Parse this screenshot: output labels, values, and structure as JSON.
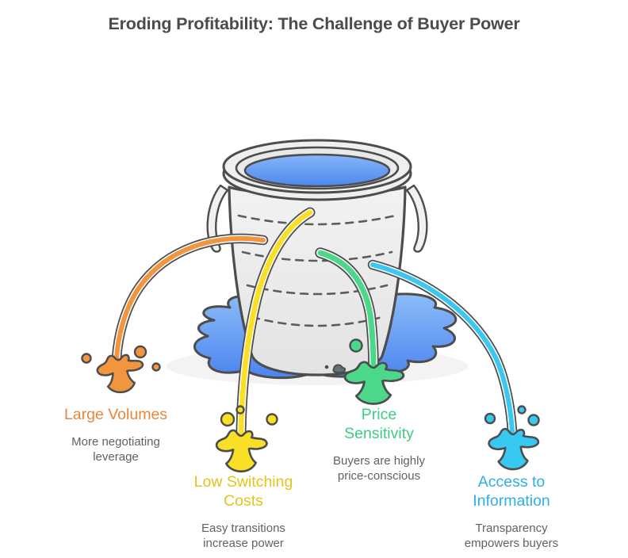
{
  "title": "Eroding Profitability: The Challenge of Buyer Power",
  "illustration": {
    "name": "leaking-bucket",
    "outline_color": "#4D4D4D",
    "bucket_fill": "#ECECEC",
    "water_top_color": "#86B6F8",
    "water_bottom_color": "#4C88EF",
    "puddle_top_color": "#8CBCF8",
    "puddle_bottom_color": "#4C84EF"
  },
  "factors": [
    {
      "id": "large-volumes",
      "label": "Large Volumes",
      "description": "More negotiating leverage",
      "accent_color": "#E8873B",
      "stream_color": "#F2953F"
    },
    {
      "id": "low-switching-costs",
      "label": "Low Switching Costs",
      "description": "Easy transitions increase power",
      "accent_color": "#DFC51C",
      "stream_color": "#F9DF25"
    },
    {
      "id": "price-sensitivity",
      "label": "Price Sensitivity",
      "description": "Buyers are highly price-conscious",
      "accent_color": "#3ECC85",
      "stream_color": "#4CD88A"
    },
    {
      "id": "access-to-information",
      "label": "Access to Information",
      "description": "Transparency empowers buyers",
      "accent_color": "#2FAFE6",
      "stream_color": "#38C9F2"
    }
  ]
}
